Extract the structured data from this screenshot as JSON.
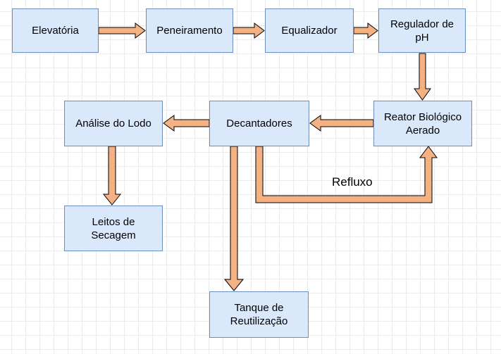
{
  "colors": {
    "box_fill": "#dae8fc",
    "box_border": "#6c8ebf",
    "arrow_fill": "#f4b183",
    "arrow_stroke": "#000000"
  },
  "nodes": {
    "elevatoria": "Elevatória",
    "peneiramento": "Peneiramento",
    "equalizador": "Equalizador",
    "regulador_ph": "Regulador de pH",
    "reator": "Reator Biológico Aerado",
    "decantadores": "Decantadores",
    "analise_lodo": "Análise do Lodo",
    "leitos_secagem": "Leitos de Secagem",
    "tanque_reutilizacao": "Tanque de Reutilização"
  },
  "edges": [
    {
      "from": "elevatoria",
      "to": "peneiramento"
    },
    {
      "from": "peneiramento",
      "to": "equalizador"
    },
    {
      "from": "equalizador",
      "to": "regulador_ph"
    },
    {
      "from": "regulador_ph",
      "to": "reator"
    },
    {
      "from": "reator",
      "to": "decantadores"
    },
    {
      "from": "decantadores",
      "to": "analise_lodo"
    },
    {
      "from": "analise_lodo",
      "to": "leitos_secagem"
    },
    {
      "from": "decantadores",
      "to": "tanque_reutilizacao"
    },
    {
      "from": "decantadores",
      "to": "reator",
      "label": "Refluxo"
    }
  ],
  "labels": {
    "refluxo": "Refluxo"
  }
}
